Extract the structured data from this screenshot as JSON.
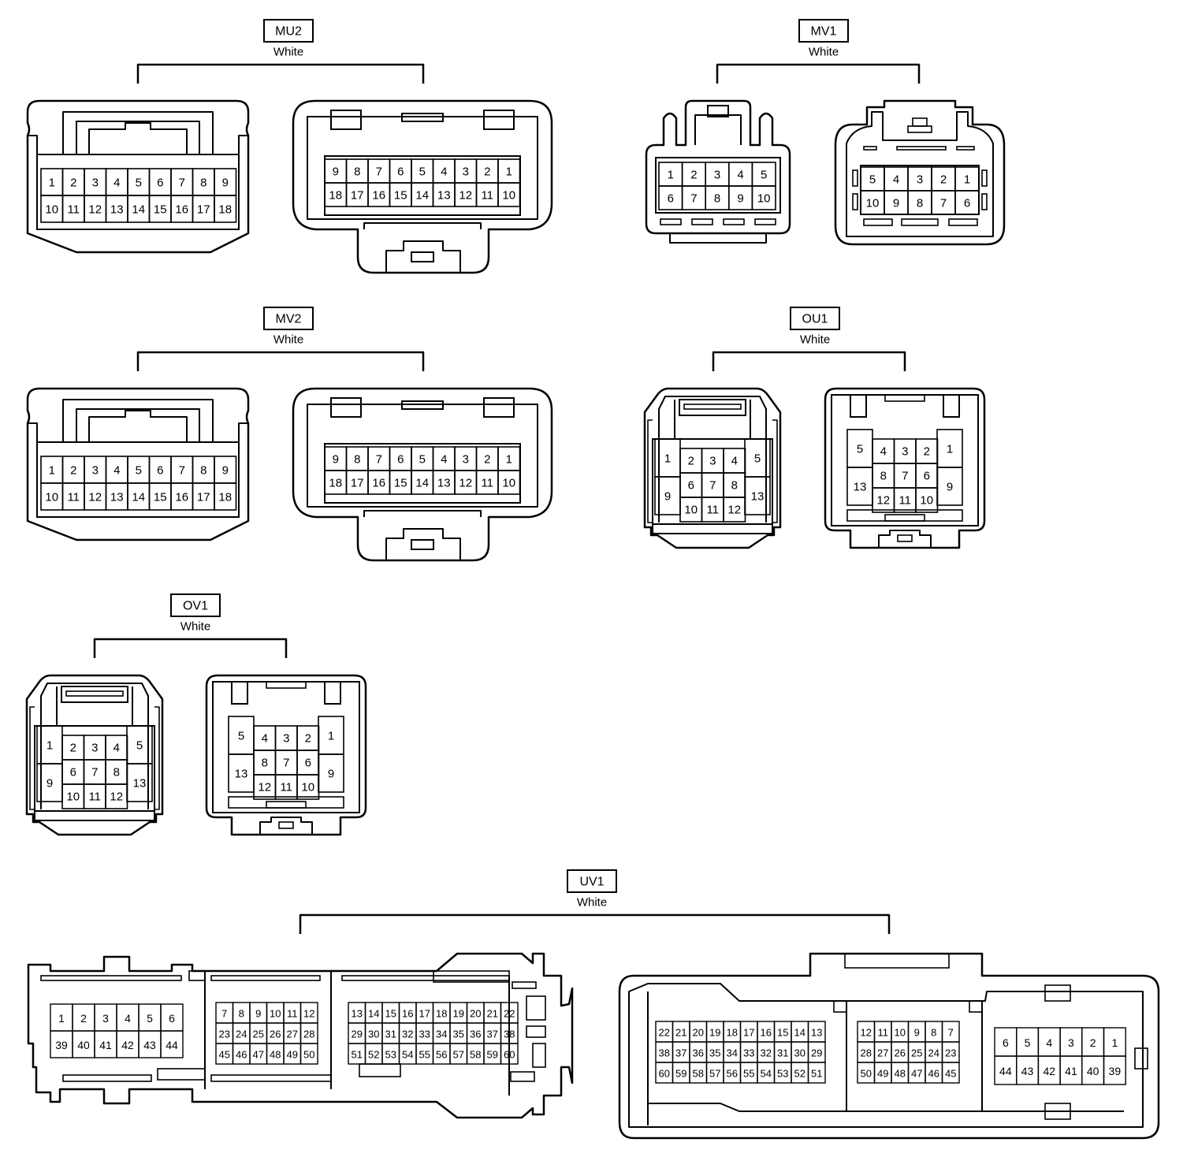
{
  "connectors": [
    {
      "id": "MU2",
      "color": "White",
      "views": [
        {
          "rows": [
            [
              "1",
              "2",
              "3",
              "4",
              "5",
              "6",
              "7",
              "8",
              "9"
            ],
            [
              "10",
              "11",
              "12",
              "13",
              "14",
              "15",
              "16",
              "17",
              "18"
            ]
          ]
        },
        {
          "rows": [
            [
              "9",
              "8",
              "7",
              "6",
              "5",
              "4",
              "3",
              "2",
              "1"
            ],
            [
              "18",
              "17",
              "16",
              "15",
              "14",
              "13",
              "12",
              "11",
              "10"
            ]
          ]
        }
      ]
    },
    {
      "id": "MV1",
      "color": "White",
      "views": [
        {
          "rows": [
            [
              "1",
              "2",
              "3",
              "4",
              "5"
            ],
            [
              "6",
              "7",
              "8",
              "9",
              "10"
            ]
          ]
        },
        {
          "rows": [
            [
              "5",
              "4",
              "3",
              "2",
              "1"
            ],
            [
              "10",
              "9",
              "8",
              "7",
              "6"
            ]
          ]
        }
      ]
    },
    {
      "id": "MV2",
      "color": "White",
      "views": [
        {
          "rows": [
            [
              "1",
              "2",
              "3",
              "4",
              "5",
              "6",
              "7",
              "8",
              "9"
            ],
            [
              "10",
              "11",
              "12",
              "13",
              "14",
              "15",
              "16",
              "17",
              "18"
            ]
          ]
        },
        {
          "rows": [
            [
              "9",
              "8",
              "7",
              "6",
              "5",
              "4",
              "3",
              "2",
              "1"
            ],
            [
              "18",
              "17",
              "16",
              "15",
              "14",
              "13",
              "12",
              "11",
              "10"
            ]
          ]
        }
      ]
    },
    {
      "id": "OU1",
      "color": "White",
      "views": [
        {
          "left": [
            "1",
            "9"
          ],
          "grid": [
            [
              "2",
              "3",
              "4"
            ],
            [
              "6",
              "7",
              "8"
            ],
            [
              "10",
              "11",
              "12"
            ]
          ],
          "right": [
            "5",
            "13"
          ]
        },
        {
          "left": [
            "5",
            "13"
          ],
          "grid": [
            [
              "4",
              "3",
              "2"
            ],
            [
              "8",
              "7",
              "6"
            ],
            [
              "12",
              "11",
              "10"
            ]
          ],
          "right": [
            "1",
            "9"
          ]
        }
      ]
    },
    {
      "id": "OV1",
      "color": "White",
      "views": [
        {
          "left": [
            "1",
            "9"
          ],
          "grid": [
            [
              "2",
              "3",
              "4"
            ],
            [
              "6",
              "7",
              "8"
            ],
            [
              "10",
              "11",
              "12"
            ]
          ],
          "right": [
            "5",
            "13"
          ]
        },
        {
          "left": [
            "5",
            "13"
          ],
          "grid": [
            [
              "4",
              "3",
              "2"
            ],
            [
              "8",
              "7",
              "6"
            ],
            [
              "12",
              "11",
              "10"
            ]
          ],
          "right": [
            "1",
            "9"
          ]
        }
      ]
    },
    {
      "id": "UV1",
      "color": "White",
      "views": [
        {
          "blocks": [
            {
              "rows": [
                [
                  "1",
                  "2",
                  "3",
                  "4",
                  "5",
                  "6"
                ],
                [
                  "39",
                  "40",
                  "41",
                  "42",
                  "43",
                  "44"
                ]
              ]
            },
            {
              "rows": [
                [
                  "7",
                  "8",
                  "9",
                  "10",
                  "11",
                  "12"
                ],
                [
                  "23",
                  "24",
                  "25",
                  "26",
                  "27",
                  "28"
                ],
                [
                  "45",
                  "46",
                  "47",
                  "48",
                  "49",
                  "50"
                ]
              ]
            },
            {
              "rows": [
                [
                  "13",
                  "14",
                  "15",
                  "16",
                  "17",
                  "18",
                  "19",
                  "20",
                  "21",
                  "22"
                ],
                [
                  "29",
                  "30",
                  "31",
                  "32",
                  "33",
                  "34",
                  "35",
                  "36",
                  "37",
                  "38"
                ],
                [
                  "51",
                  "52",
                  "53",
                  "54",
                  "55",
                  "56",
                  "57",
                  "58",
                  "59",
                  "60"
                ]
              ]
            }
          ]
        },
        {
          "blocks": [
            {
              "rows": [
                [
                  "22",
                  "21",
                  "20",
                  "19",
                  "18",
                  "17",
                  "16",
                  "15",
                  "14",
                  "13"
                ],
                [
                  "38",
                  "37",
                  "36",
                  "35",
                  "34",
                  "33",
                  "32",
                  "31",
                  "30",
                  "29"
                ],
                [
                  "60",
                  "59",
                  "58",
                  "57",
                  "56",
                  "55",
                  "54",
                  "53",
                  "52",
                  "51"
                ]
              ]
            },
            {
              "rows": [
                [
                  "12",
                  "11",
                  "10",
                  "9",
                  "8",
                  "7"
                ],
                [
                  "28",
                  "27",
                  "26",
                  "25",
                  "24",
                  "23"
                ],
                [
                  "50",
                  "49",
                  "48",
                  "47",
                  "46",
                  "45"
                ]
              ]
            },
            {
              "rows": [
                [
                  "6",
                  "5",
                  "4",
                  "3",
                  "2",
                  "1"
                ],
                [
                  "44",
                  "43",
                  "42",
                  "41",
                  "40",
                  "39"
                ]
              ]
            }
          ]
        }
      ]
    }
  ]
}
